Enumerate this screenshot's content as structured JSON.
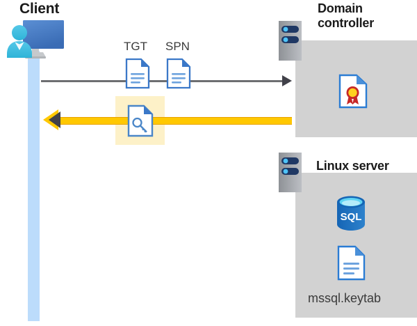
{
  "diagram": {
    "type": "kerberos-authentication-flow",
    "client": {
      "title": "Client",
      "icon": "client-computer-user-icon"
    },
    "messages": {
      "tgt_label": "TGT",
      "spn_label": "SPN",
      "tgt_icon": "document-icon",
      "spn_icon": "document-icon",
      "ticket_icon": "key-document-icon",
      "request_arrow": "gray-right-arrow",
      "response_arrow": "gold-left-arrow"
    },
    "domain_controller": {
      "title": "Domain controller",
      "server_icon": "server-rack-icon",
      "contents": [
        {
          "name": "certificate-icon",
          "label": ""
        }
      ]
    },
    "linux_server": {
      "title": "Linux server",
      "server_icon": "server-rack-icon",
      "contents": [
        {
          "name": "sql-database-icon",
          "label": "SQL"
        },
        {
          "name": "keytab-document-icon",
          "label": "mssql.keytab"
        }
      ]
    },
    "colors": {
      "panel_gray": "#d2d2d2",
      "lifeline_blue": "#bcdcfb",
      "highlight_yellow": "#fdf1c8",
      "arrow_gold": "#ffc800",
      "arrow_gray": "#6d6e71",
      "doc_blue": "#3b78c8",
      "sql_blue": "#1b6cb5",
      "rack_gray": "#9b9ea3",
      "rack_navy": "#1f3864",
      "text_dark": "#1a1a1a"
    }
  }
}
